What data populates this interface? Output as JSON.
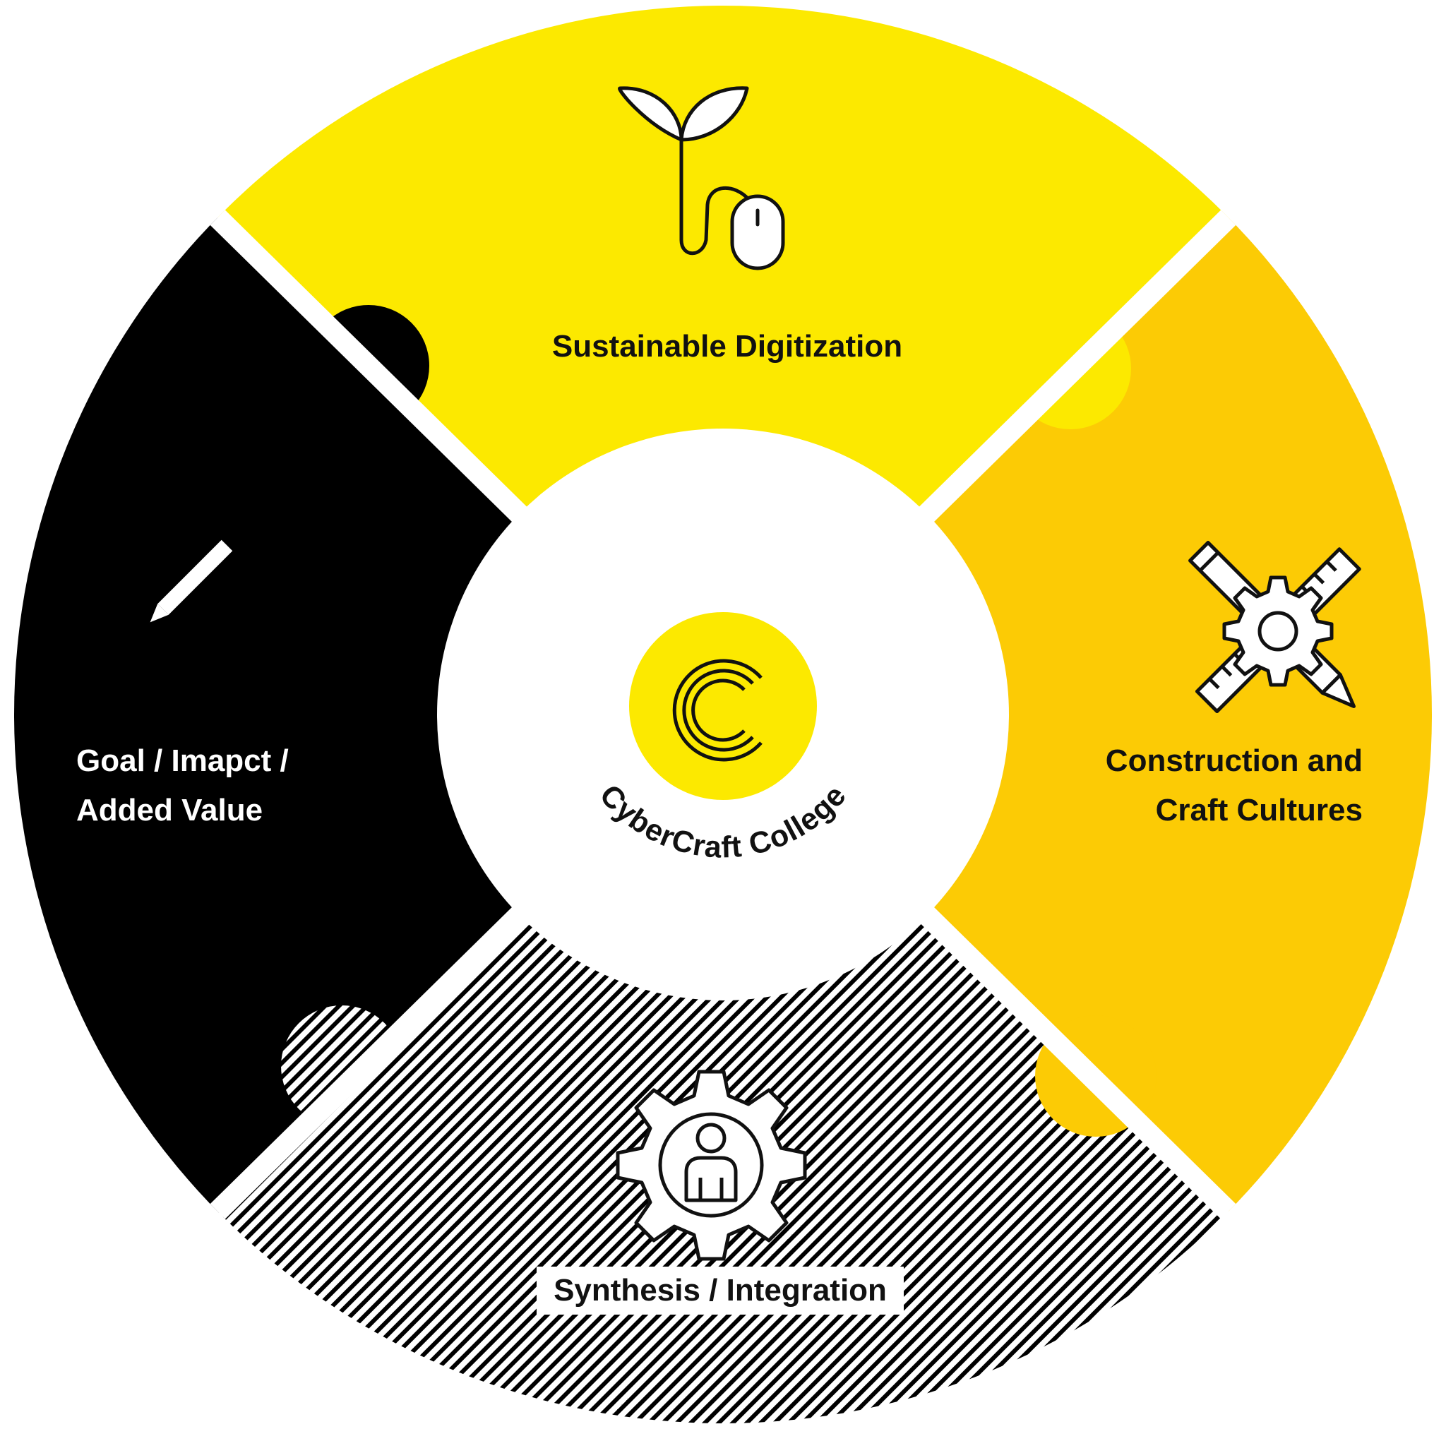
{
  "center": {
    "brand_name": "CyberCraft College",
    "logo_letter": "C"
  },
  "segments": {
    "top": {
      "label": "Sustainable Digitization",
      "icon": "plant-mouse-icon",
      "color": "#fce900"
    },
    "right": {
      "label_line1": "Construction and",
      "label_line2": "Craft Cultures",
      "icon": "ruler-pencil-gear-icon",
      "color": "#fccb05"
    },
    "bottom": {
      "label": "Synthesis / Integration",
      "icon": "gear-person-icon",
      "pattern": "diagonal-stripes"
    },
    "left": {
      "label_line1": "Goal / Imapct /",
      "label_line2": "Added Value",
      "icon": "pencil-icon",
      "color": "#000000"
    }
  },
  "colors": {
    "logo_circle": "#fce900",
    "line": "#111111",
    "background": "#ffffff"
  }
}
